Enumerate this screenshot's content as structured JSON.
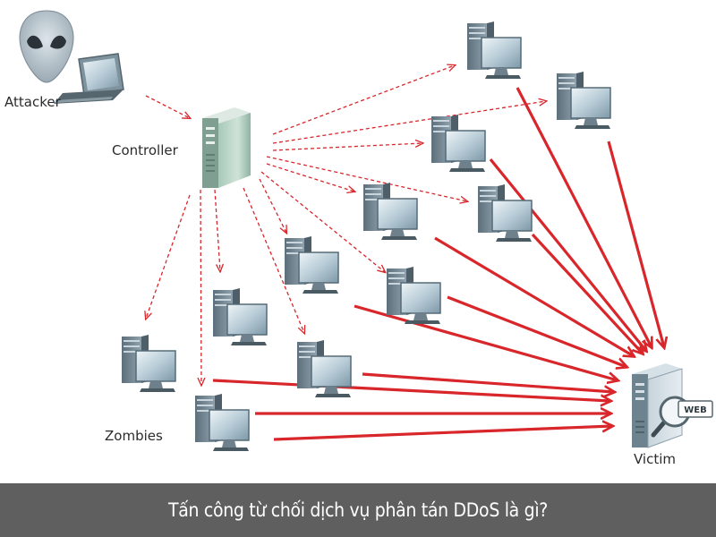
{
  "labels": {
    "attacker": "Attacker",
    "controller": "Controller",
    "zombies": "Zombies",
    "victim": "Victim",
    "web_badge": "WEB"
  },
  "caption": "Tấn công từ chối dịch vụ phân tán DDoS là gì?",
  "icons": {
    "attacker": "alien-laptop-icon",
    "controller": "server-tower-icon",
    "zombie": "computer-icon",
    "victim": "web-server-icon"
  },
  "colors": {
    "attack_arrow": "#d8262b",
    "control_arrow": "#d8262b",
    "caption_bar": "#5f5f5f",
    "caption_text": "#ffffff"
  }
}
